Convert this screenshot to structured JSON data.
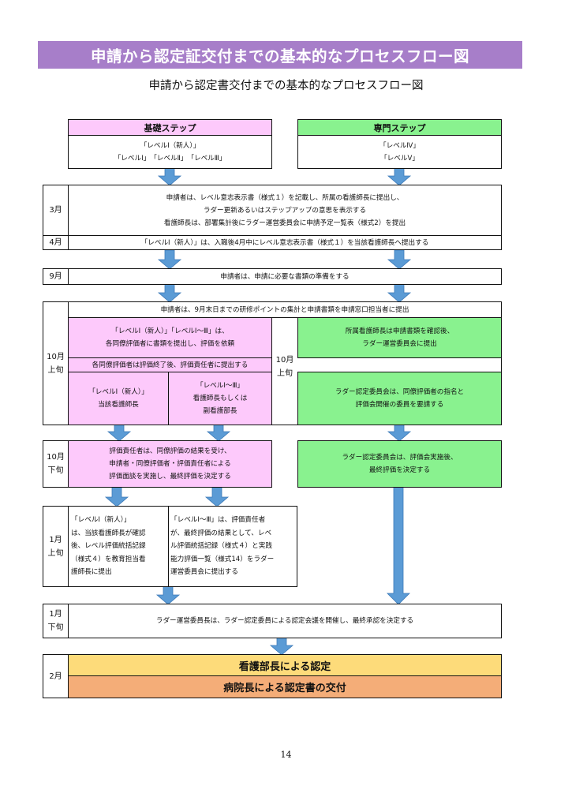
{
  "header": {
    "banner": "申請から認定証交付までの基本的なプロセスフロー図",
    "subtitle": "申請から認定書交付までの基本的なプロセスフロー図"
  },
  "basic": {
    "title": "基礎ステップ",
    "line1": "「レベルⅠ（新人）」",
    "line2": "「レベルⅠ」　「レベルⅡ」　「レベルⅢ」"
  },
  "expert": {
    "title": "専門ステップ",
    "line1": "「レベルⅣ」",
    "line2": "「レベルⅤ」"
  },
  "march": {
    "time": "3月",
    "lines": [
      "申請者は、レベル意志表示書（様式１）を記載し、所属の看護師長に提出し、",
      "ラダー更新あるいはステップアップの意思を表示する",
      "看護師長は、部署集計後にラダー運営委員会に申請予定一覧表（様式2）を提出"
    ]
  },
  "april": {
    "time": "4月",
    "text": "「レベルⅠ（新人）」は、入職後4月中にレベル意志表示書（様式１）を当該看護師長へ提出する"
  },
  "sept": {
    "time": "9月",
    "text": "申請者は、申請に必要な書類の準備をする"
  },
  "oct_early": {
    "time": [
      "10月",
      "上旬"
    ],
    "time_right": [
      "10月",
      "上旬"
    ],
    "top": "申請者は、9月末日までの研修ポイントの集計と申請書類を申請窓口担当者に提出",
    "pink1": [
      "「レベルⅠ（新人）」「レベルⅠ～Ⅲ」は、",
      "各同僚評価者に書類を提出し、評価を依頼"
    ],
    "pink_bar": "各同僚評価者は評価終了後、評価責任者に提出する",
    "pink2a": [
      "「レベルⅠ（新人）」",
      "当該看護師長"
    ],
    "pink2b": [
      "「レベルⅠ～Ⅲ」",
      "看護師長もしくは",
      "副看護部長"
    ],
    "green1": [
      "所属看護師長は申請書類を確認後、",
      "ラダー運営委員会に提出"
    ],
    "green2": [
      "ラダー認定委員会は、同僚評価者の指名と",
      "評価会開催の委員を要請する"
    ]
  },
  "oct_late": {
    "time": [
      "10月",
      "下旬"
    ],
    "pink": [
      "評価責任者は、同僚評価の結果を受け、",
      "申請者・同僚評価者・評価責任者による",
      "評価面談を実施し、最終評価を決定する"
    ],
    "green": [
      "ラダー認定委員会は、評価会実施後、",
      "最終評価を決定する"
    ]
  },
  "jan_early": {
    "time": [
      "1月",
      "上旬"
    ],
    "left": [
      "「レベルⅠ（新人）」",
      "は、当該看護師長が確認",
      "後、レベル評価統括記録",
      "（様式４）を教育担当看",
      "護師長に提出"
    ],
    "right": [
      "「レベルⅠ～Ⅲ」は、評価責任者",
      "が、最終評価の結果として、レベ",
      "ル評価統括記録（様式４）と実践",
      "能力評価一覧（様式14）をラダー",
      "運営委員会に提出する"
    ]
  },
  "jan_late": {
    "time": [
      "1月",
      "下旬"
    ],
    "text": "ラダー運営委員長は、ラダー認定委員による認定会議を開催し、最終承認を決定する"
  },
  "feb": {
    "time": "2月",
    "line1": "看護部長による認定",
    "line2": "病院長による認定書の交付"
  },
  "page_number": "14",
  "colors": {
    "banner": "#a77ec9",
    "pink": "#fdc9fb",
    "green": "#89f28f",
    "arrow": "#5b9bd5",
    "yellow": "#fddb7a",
    "orange": "#f4ad78"
  }
}
